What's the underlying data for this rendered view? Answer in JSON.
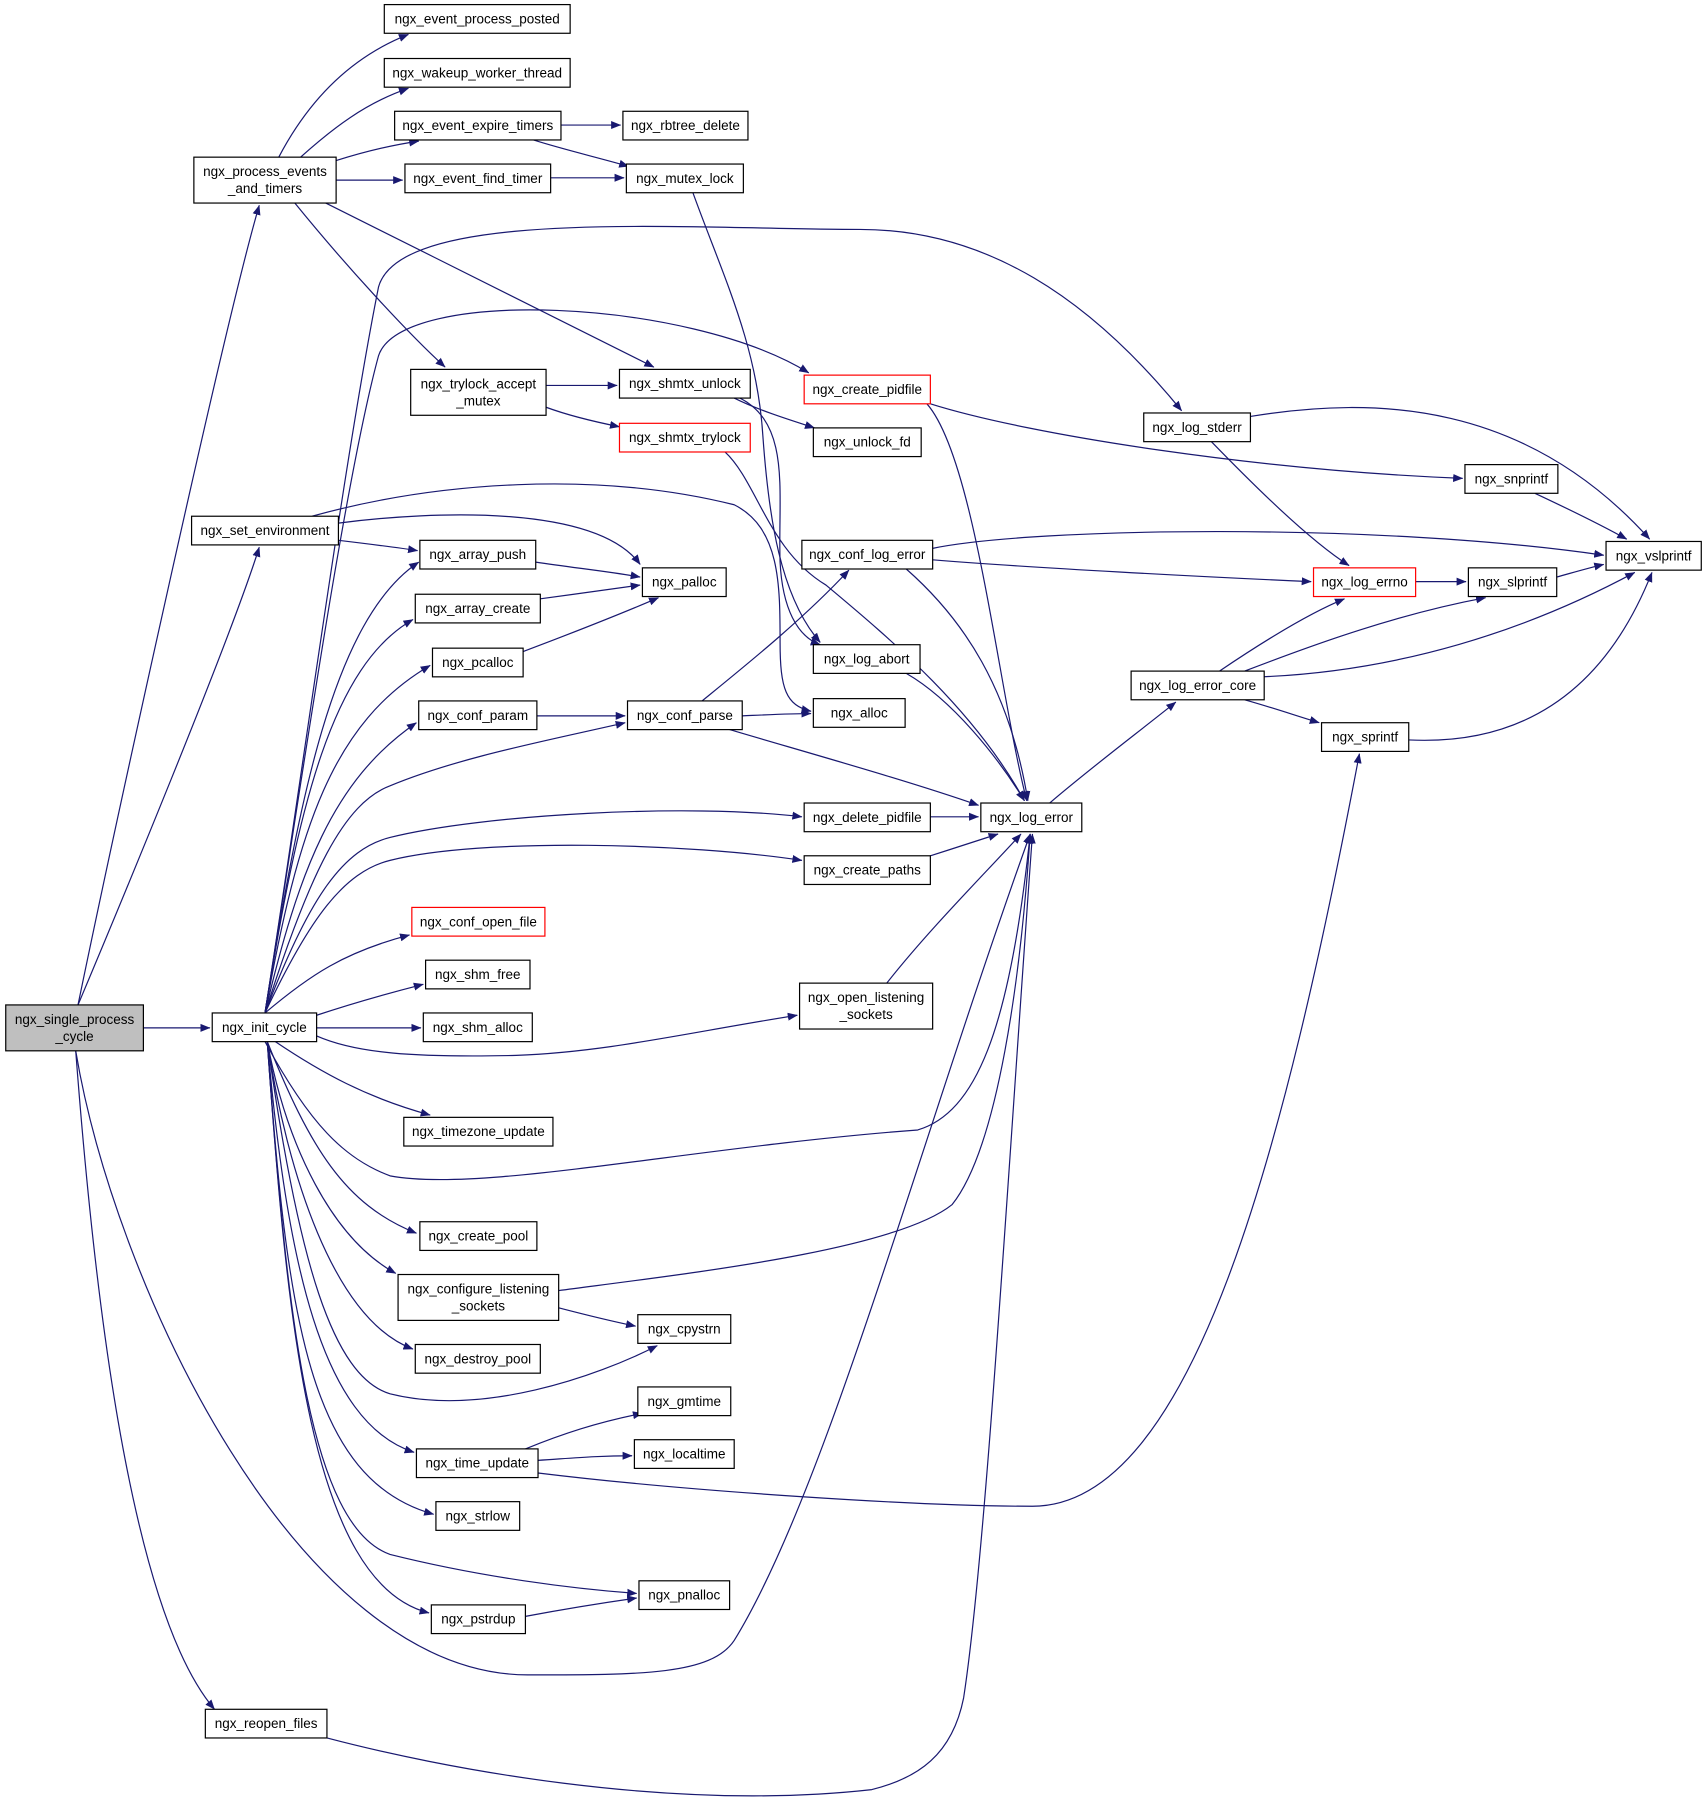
{
  "graph": {
    "colors": {
      "edge": "#191970",
      "border": "#000000",
      "truncated_border": "#ff0000",
      "root_fill": "#bfbfbf",
      "fill": "#ffffff"
    },
    "nodes": [
      {
        "id": "single",
        "label": [
          "ngx_single_process",
          "_cycle"
        ],
        "root": true
      },
      {
        "id": "process_events",
        "label": [
          "ngx_process_events",
          "_and_timers"
        ]
      },
      {
        "id": "set_env",
        "label": [
          "ngx_set_environment"
        ]
      },
      {
        "id": "init_cycle",
        "label": [
          "ngx_init_cycle"
        ]
      },
      {
        "id": "reopen",
        "label": [
          "ngx_reopen_files"
        ]
      },
      {
        "id": "posted",
        "label": [
          "ngx_event_process_posted"
        ]
      },
      {
        "id": "wakeup",
        "label": [
          "ngx_wakeup_worker_thread"
        ]
      },
      {
        "id": "expire",
        "label": [
          "ngx_event_expire_timers"
        ]
      },
      {
        "id": "find_timer",
        "label": [
          "ngx_event_find_timer"
        ]
      },
      {
        "id": "trylock_accept",
        "label": [
          "ngx_trylock_accept",
          "_mutex"
        ]
      },
      {
        "id": "array_push",
        "label": [
          "ngx_array_push"
        ]
      },
      {
        "id": "array_create",
        "label": [
          "ngx_array_create"
        ]
      },
      {
        "id": "pcalloc",
        "label": [
          "ngx_pcalloc"
        ]
      },
      {
        "id": "conf_param",
        "label": [
          "ngx_conf_param"
        ]
      },
      {
        "id": "conf_open_file",
        "label": [
          "ngx_conf_open_file"
        ],
        "truncated": true
      },
      {
        "id": "shm_free",
        "label": [
          "ngx_shm_free"
        ]
      },
      {
        "id": "shm_alloc",
        "label": [
          "ngx_shm_alloc"
        ]
      },
      {
        "id": "timezone",
        "label": [
          "ngx_timezone_update"
        ]
      },
      {
        "id": "create_pool",
        "label": [
          "ngx_create_pool"
        ]
      },
      {
        "id": "configure_ls",
        "label": [
          "ngx_configure_listening",
          "_sockets"
        ]
      },
      {
        "id": "destroy_pool",
        "label": [
          "ngx_destroy_pool"
        ]
      },
      {
        "id": "time_update",
        "label": [
          "ngx_time_update"
        ]
      },
      {
        "id": "strlow",
        "label": [
          "ngx_strlow"
        ]
      },
      {
        "id": "pstrdup",
        "label": [
          "ngx_pstrdup"
        ]
      },
      {
        "id": "rbtree_delete",
        "label": [
          "ngx_rbtree_delete"
        ]
      },
      {
        "id": "mutex_lock",
        "label": [
          "ngx_mutex_lock"
        ]
      },
      {
        "id": "shmtx_unlock",
        "label": [
          "ngx_shmtx_unlock"
        ]
      },
      {
        "id": "shmtx_trylock",
        "label": [
          "ngx_shmtx_trylock"
        ],
        "truncated": true
      },
      {
        "id": "palloc",
        "label": [
          "ngx_palloc"
        ]
      },
      {
        "id": "conf_parse",
        "label": [
          "ngx_conf_parse"
        ]
      },
      {
        "id": "cpystrn",
        "label": [
          "ngx_cpystrn"
        ]
      },
      {
        "id": "gmtime",
        "label": [
          "ngx_gmtime"
        ]
      },
      {
        "id": "localtime",
        "label": [
          "ngx_localtime"
        ]
      },
      {
        "id": "pnalloc",
        "label": [
          "ngx_pnalloc"
        ]
      },
      {
        "id": "create_pidfile",
        "label": [
          "ngx_create_pidfile"
        ],
        "truncated": true
      },
      {
        "id": "unlock_fd",
        "label": [
          "ngx_unlock_fd"
        ]
      },
      {
        "id": "conf_log_error",
        "label": [
          "ngx_conf_log_error"
        ]
      },
      {
        "id": "log_abort",
        "label": [
          "ngx_log_abort"
        ]
      },
      {
        "id": "alloc",
        "label": [
          "ngx_alloc"
        ]
      },
      {
        "id": "delete_pidfile",
        "label": [
          "ngx_delete_pidfile"
        ]
      },
      {
        "id": "create_paths",
        "label": [
          "ngx_create_paths"
        ]
      },
      {
        "id": "open_ls",
        "label": [
          "ngx_open_listening",
          "_sockets"
        ]
      },
      {
        "id": "log_error",
        "label": [
          "ngx_log_error"
        ]
      },
      {
        "id": "log_stderr",
        "label": [
          "ngx_log_stderr"
        ]
      },
      {
        "id": "log_error_core",
        "label": [
          "ngx_log_error_core"
        ]
      },
      {
        "id": "snprintf",
        "label": [
          "ngx_snprintf"
        ]
      },
      {
        "id": "log_errno",
        "label": [
          "ngx_log_errno"
        ],
        "truncated": true
      },
      {
        "id": "sprintf",
        "label": [
          "ngx_sprintf"
        ]
      },
      {
        "id": "slprintf",
        "label": [
          "ngx_slprintf"
        ]
      },
      {
        "id": "vslprintf",
        "label": [
          "ngx_vslprintf"
        ]
      }
    ],
    "edges": [
      [
        "single",
        "process_events"
      ],
      [
        "single",
        "set_env"
      ],
      [
        "single",
        "init_cycle"
      ],
      [
        "single",
        "log_error"
      ],
      [
        "single",
        "reopen"
      ],
      [
        "process_events",
        "posted"
      ],
      [
        "process_events",
        "wakeup"
      ],
      [
        "process_events",
        "expire"
      ],
      [
        "process_events",
        "find_timer"
      ],
      [
        "process_events",
        "trylock_accept"
      ],
      [
        "process_events",
        "shmtx_unlock"
      ],
      [
        "expire",
        "rbtree_delete"
      ],
      [
        "expire",
        "mutex_lock"
      ],
      [
        "find_timer",
        "mutex_lock"
      ],
      [
        "mutex_lock",
        "log_abort"
      ],
      [
        "trylock_accept",
        "shmtx_unlock"
      ],
      [
        "trylock_accept",
        "shmtx_trylock"
      ],
      [
        "shmtx_unlock",
        "unlock_fd"
      ],
      [
        "shmtx_unlock",
        "log_abort"
      ],
      [
        "shmtx_trylock",
        "log_error"
      ],
      [
        "set_env",
        "array_push"
      ],
      [
        "set_env",
        "palloc"
      ],
      [
        "set_env",
        "alloc"
      ],
      [
        "init_cycle",
        "log_stderr"
      ],
      [
        "init_cycle",
        "create_pidfile"
      ],
      [
        "init_cycle",
        "array_push"
      ],
      [
        "init_cycle",
        "array_create"
      ],
      [
        "init_cycle",
        "pcalloc"
      ],
      [
        "init_cycle",
        "conf_param"
      ],
      [
        "init_cycle",
        "conf_parse"
      ],
      [
        "init_cycle",
        "delete_pidfile"
      ],
      [
        "init_cycle",
        "create_paths"
      ],
      [
        "init_cycle",
        "conf_open_file"
      ],
      [
        "init_cycle",
        "shm_free"
      ],
      [
        "init_cycle",
        "shm_alloc"
      ],
      [
        "init_cycle",
        "open_ls"
      ],
      [
        "init_cycle",
        "timezone"
      ],
      [
        "init_cycle",
        "log_error"
      ],
      [
        "init_cycle",
        "create_pool"
      ],
      [
        "init_cycle",
        "configure_ls"
      ],
      [
        "init_cycle",
        "destroy_pool"
      ],
      [
        "init_cycle",
        "cpystrn"
      ],
      [
        "init_cycle",
        "time_update"
      ],
      [
        "init_cycle",
        "strlow"
      ],
      [
        "init_cycle",
        "pnalloc"
      ],
      [
        "init_cycle",
        "pstrdup"
      ],
      [
        "array_push",
        "palloc"
      ],
      [
        "array_create",
        "palloc"
      ],
      [
        "pcalloc",
        "palloc"
      ],
      [
        "conf_param",
        "conf_parse"
      ],
      [
        "conf_parse",
        "conf_log_error"
      ],
      [
        "conf_parse",
        "alloc"
      ],
      [
        "conf_parse",
        "log_error"
      ],
      [
        "configure_ls",
        "log_error"
      ],
      [
        "configure_ls",
        "cpystrn"
      ],
      [
        "time_update",
        "gmtime"
      ],
      [
        "time_update",
        "localtime"
      ],
      [
        "time_update",
        "sprintf"
      ],
      [
        "pstrdup",
        "pnalloc"
      ],
      [
        "reopen",
        "log_error"
      ],
      [
        "create_pidfile",
        "log_error"
      ],
      [
        "create_pidfile",
        "snprintf"
      ],
      [
        "conf_log_error",
        "vslprintf"
      ],
      [
        "conf_log_error",
        "log_errno"
      ],
      [
        "conf_log_error",
        "log_error"
      ],
      [
        "log_abort",
        "log_error"
      ],
      [
        "delete_pidfile",
        "log_error"
      ],
      [
        "create_paths",
        "log_error"
      ],
      [
        "open_ls",
        "log_error"
      ],
      [
        "log_error",
        "log_error_core"
      ],
      [
        "log_stderr",
        "vslprintf"
      ],
      [
        "log_stderr",
        "log_errno"
      ],
      [
        "snprintf",
        "vslprintf"
      ],
      [
        "log_error_core",
        "log_errno"
      ],
      [
        "log_error_core",
        "slprintf"
      ],
      [
        "log_error_core",
        "vslprintf"
      ],
      [
        "log_error_core",
        "sprintf"
      ],
      [
        "log_errno",
        "slprintf"
      ],
      [
        "slprintf",
        "vslprintf"
      ],
      [
        "sprintf",
        "vslprintf"
      ]
    ]
  }
}
